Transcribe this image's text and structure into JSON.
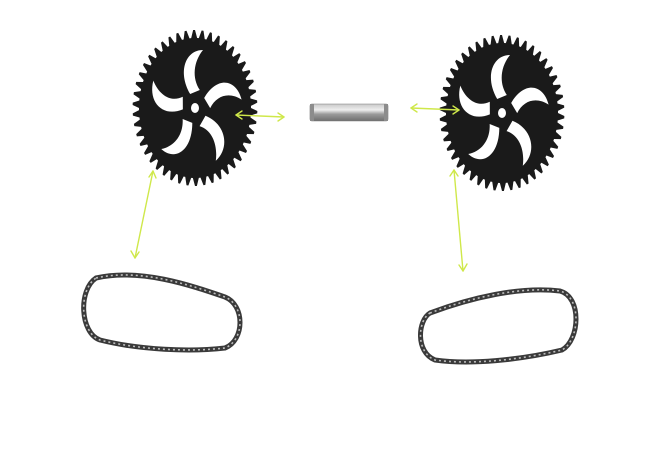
{
  "diagram": {
    "background_color": "#ffffff",
    "connector_color": "#cfe84a",
    "sprocket_color": "#1a1a1a",
    "chain_color": "#3a3a3a",
    "axle_color": "#9a9a9a",
    "components": [
      {
        "id": "sprocket-left",
        "kind": "chainring-sprocket",
        "icon": "sprocket-icon"
      },
      {
        "id": "axle-center",
        "kind": "axle-rod",
        "icon": "axle-icon"
      },
      {
        "id": "sprocket-right",
        "kind": "chainring-sprocket",
        "icon": "sprocket-icon"
      },
      {
        "id": "chain-left",
        "kind": "chain-loop",
        "icon": "chain-icon"
      },
      {
        "id": "chain-right",
        "kind": "chain-loop",
        "icon": "chain-icon"
      }
    ],
    "connections": [
      {
        "from": "sprocket-left",
        "to": "axle-center",
        "style": "double-arrow"
      },
      {
        "from": "axle-center",
        "to": "sprocket-right",
        "style": "double-arrow"
      },
      {
        "from": "sprocket-left",
        "to": "chain-left",
        "style": "double-arrow"
      },
      {
        "from": "sprocket-right",
        "to": "chain-right",
        "style": "double-arrow"
      }
    ]
  }
}
